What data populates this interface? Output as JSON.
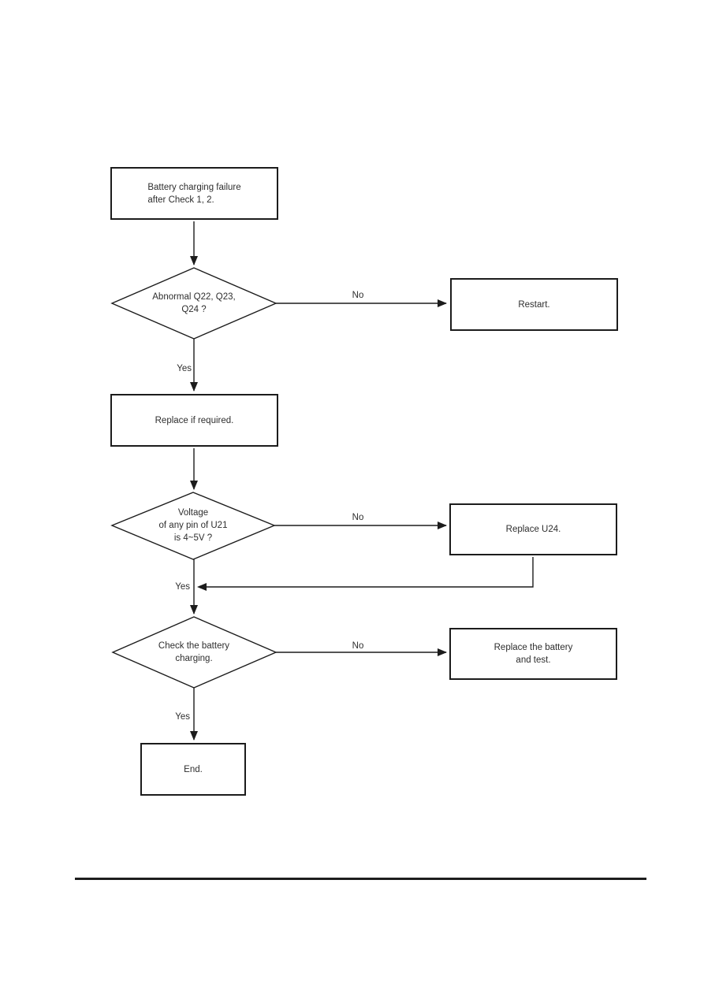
{
  "page": {
    "kind": "service-manual-flowchart",
    "colors": {
      "background": "#ffffff",
      "line": "#1c1c1c",
      "text": "#2e2e2e"
    }
  },
  "flowchart": {
    "nodes": {
      "start": {
        "type": "process",
        "lines": [
          "Battery charging failure",
          "after Check 1, 2."
        ]
      },
      "decision_q22": {
        "type": "decision",
        "lines": [
          "Abnormal Q22, Q23,",
          "Q24 ?"
        ]
      },
      "restart": {
        "type": "process",
        "lines": [
          "Restart."
        ]
      },
      "replace_required": {
        "type": "process",
        "lines": [
          "Replace if required."
        ]
      },
      "decision_u21": {
        "type": "decision",
        "lines": [
          "Voltage",
          "of any pin of U21",
          "is 4~5V ?"
        ]
      },
      "replace_u24": {
        "type": "process",
        "lines": [
          "Replace U24."
        ]
      },
      "decision_battery": {
        "type": "decision",
        "lines": [
          "Check the battery",
          "charging."
        ]
      },
      "replace_battery": {
        "type": "process",
        "lines": [
          "Replace the battery",
          "and test."
        ]
      },
      "end": {
        "type": "process",
        "lines": [
          "End."
        ]
      }
    },
    "edge_labels": {
      "yes": "Yes",
      "no": "No"
    },
    "edges": [
      {
        "from": "start",
        "to": "decision_q22",
        "label": ""
      },
      {
        "from": "decision_q22",
        "to": "restart",
        "label": "No"
      },
      {
        "from": "decision_q22",
        "to": "replace_required",
        "label": "Yes"
      },
      {
        "from": "replace_required",
        "to": "decision_u21",
        "label": ""
      },
      {
        "from": "decision_u21",
        "to": "replace_u24",
        "label": "No"
      },
      {
        "from": "decision_u21",
        "to": "decision_battery",
        "label": "Yes"
      },
      {
        "from": "replace_u24",
        "to": "decision_battery",
        "label": ""
      },
      {
        "from": "decision_battery",
        "to": "replace_battery",
        "label": "No"
      },
      {
        "from": "decision_battery",
        "to": "end",
        "label": "Yes"
      }
    ]
  }
}
